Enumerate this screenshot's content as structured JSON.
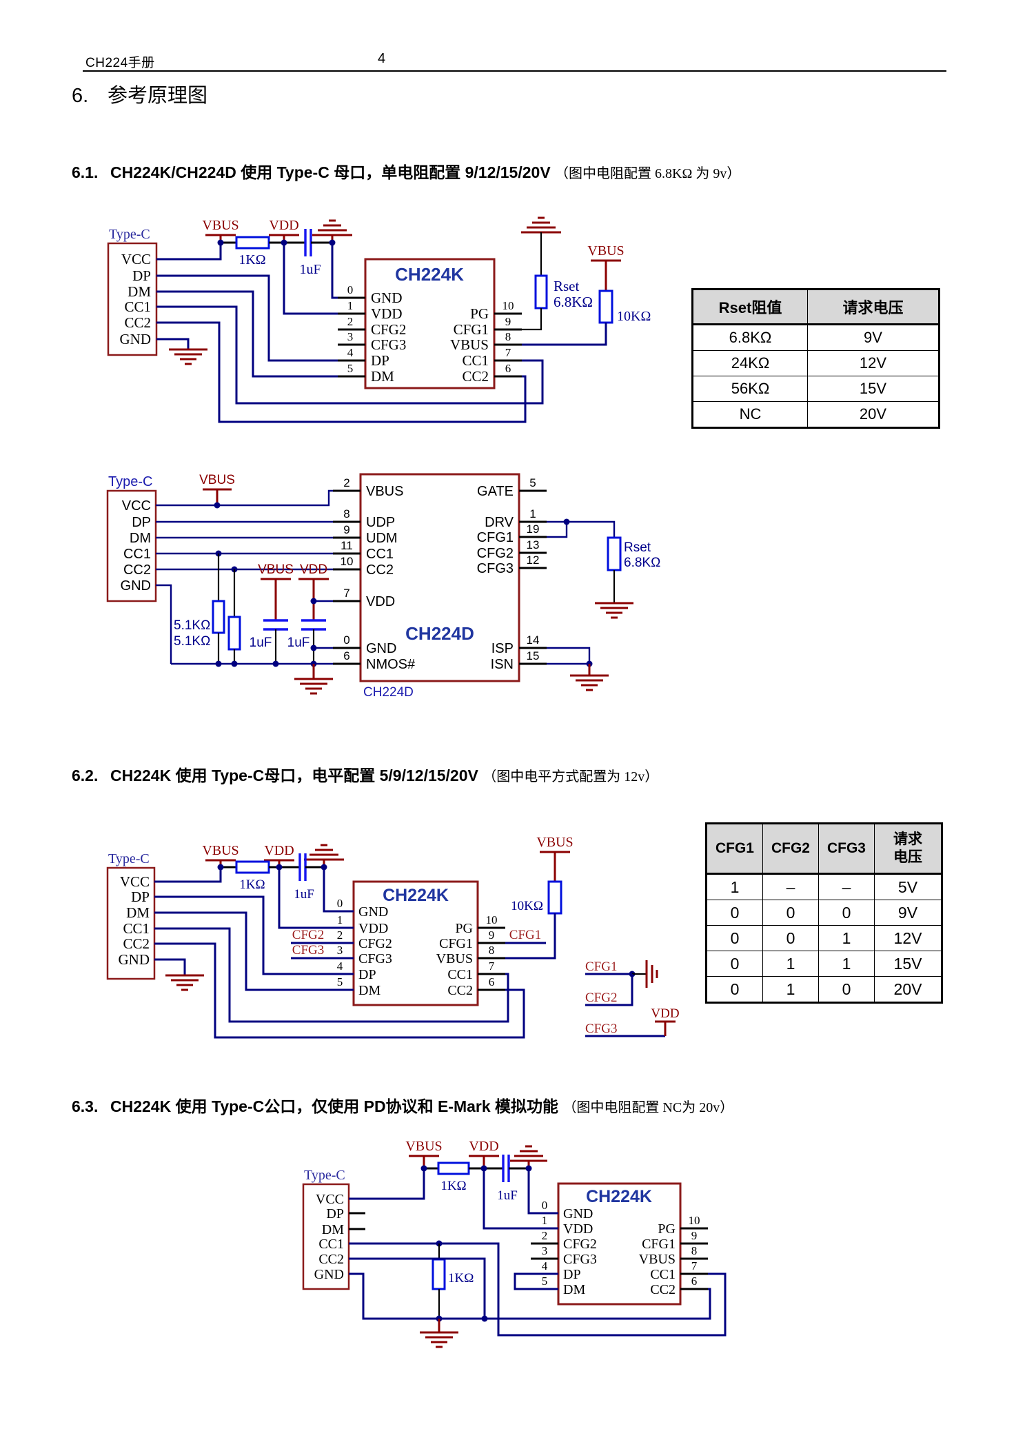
{
  "header": {
    "doc_title": "CH224手册",
    "page_number": "4"
  },
  "sections": {
    "main": {
      "num": "6.",
      "title": "参考原理图"
    },
    "s1": {
      "num": "6.1.",
      "title": "CH224K/CH224D 使用 Type-C 母口，单电阻配置 9/12/15/20V ",
      "note": "（图中电阻配置 6.8KΩ 为 9v）"
    },
    "s2": {
      "num": "6.2.",
      "title": "CH224K 使用 Type-C母口，电平配置 5/9/12/15/20V ",
      "note": "（图中电平方式配置为 12v）"
    },
    "s3": {
      "num": "6.3.",
      "title": "CH224K 使用 Type-C公口，仅使用 PD协议和 E-Mark 模拟功能 ",
      "note": "（图中电阻配置 NC为 20v）"
    }
  },
  "sch1": {
    "connector": {
      "title": "Type-C",
      "pins": [
        "VCC",
        "DP",
        "DM",
        "CC1",
        "CC2",
        "GND"
      ]
    },
    "chip": {
      "name": "CH224K",
      "left": [
        {
          "n": "0",
          "p": "GND"
        },
        {
          "n": "1",
          "p": "VDD"
        },
        {
          "n": "2",
          "p": "CFG2"
        },
        {
          "n": "3",
          "p": "CFG3"
        },
        {
          "n": "4",
          "p": "DP"
        },
        {
          "n": "5",
          "p": "DM"
        }
      ],
      "right": [
        {
          "n": "10",
          "p": "PG"
        },
        {
          "n": "9",
          "p": "CFG1"
        },
        {
          "n": "8",
          "p": "VBUS"
        },
        {
          "n": "7",
          "p": "CC1"
        },
        {
          "n": "6",
          "p": "CC2"
        }
      ]
    },
    "vbus": "VBUS",
    "vdd": "VDD",
    "r1": "1KΩ",
    "c1": "1uF",
    "rset_name": "Rset",
    "rset_val": "6.8KΩ",
    "vbus2": "VBUS",
    "r2": "10KΩ"
  },
  "table1": {
    "col1": "Rset阻值",
    "col2": "请求电压",
    "rows": [
      [
        "6.8KΩ",
        "9V"
      ],
      [
        "24KΩ",
        "12V"
      ],
      [
        "56KΩ",
        "15V"
      ],
      [
        "NC",
        "20V"
      ]
    ]
  },
  "sch2": {
    "connector": {
      "title": "Type-C",
      "pins": [
        "VCC",
        "DP",
        "DM",
        "CC1",
        "CC2",
        "GND"
      ]
    },
    "chip": {
      "name": "CH224D",
      "label": "CH224D",
      "left": [
        {
          "n": "2",
          "p": "VBUS"
        },
        {
          "n": "8",
          "p": "UDP"
        },
        {
          "n": "9",
          "p": "UDM"
        },
        {
          "n": "11",
          "p": "CC1"
        },
        {
          "n": "10",
          "p": "CC2"
        },
        {
          "n": "7",
          "p": "VDD"
        },
        {
          "n": "0",
          "p": "GND"
        },
        {
          "n": "6",
          "p": "NMOS#"
        }
      ],
      "right": [
        {
          "n": "5",
          "p": "GATE"
        },
        {
          "n": "1",
          "p": "DRV"
        },
        {
          "n": "19",
          "p": "CFG1"
        },
        {
          "n": "13",
          "p": "CFG2"
        },
        {
          "n": "12",
          "p": "CFG3"
        },
        {
          "n": "14",
          "p": "ISP"
        },
        {
          "n": "15",
          "p": "ISN"
        }
      ]
    },
    "vbus": "VBUS",
    "r1": "5.1KΩ",
    "r2": "5.1KΩ",
    "c1": "1uF",
    "c2": "1uF",
    "vbus2": "VBUS",
    "vdd": "VDD",
    "rset_name": "Rset",
    "rset_val": "6.8KΩ"
  },
  "sch3": {
    "connector": {
      "title": "Type-C",
      "pins": [
        "VCC",
        "DP",
        "DM",
        "CC1",
        "CC2",
        "GND"
      ]
    },
    "chip": {
      "name": "CH224K",
      "left": [
        {
          "n": "0",
          "p": "GND"
        },
        {
          "n": "1",
          "p": "VDD"
        },
        {
          "n": "2",
          "p": "CFG2"
        },
        {
          "n": "3",
          "p": "CFG3"
        },
        {
          "n": "4",
          "p": "DP"
        },
        {
          "n": "5",
          "p": "DM"
        }
      ],
      "right": [
        {
          "n": "10",
          "p": "PG"
        },
        {
          "n": "9",
          "p": "CFG1"
        },
        {
          "n": "8",
          "p": "VBUS"
        },
        {
          "n": "7",
          "p": "CC1"
        },
        {
          "n": "6",
          "p": "CC2"
        }
      ]
    },
    "vbus": "VBUS",
    "vdd": "VDD",
    "r1": "1KΩ",
    "c1": "1uF",
    "r2": "10KΩ",
    "vbus2": "VBUS",
    "net_cfg2": "CFG2",
    "net_cfg3": "CFG3",
    "net_cfg1": "CFG1",
    "r_cfg1": "CFG1",
    "r_cfg2": "CFG2",
    "r_cfg3": "CFG3",
    "r_vdd": "VDD"
  },
  "table2": {
    "cols": [
      "CFG1",
      "CFG2",
      "CFG3",
      "请求\n电压"
    ],
    "rows": [
      [
        "1",
        "–",
        "–",
        "5V"
      ],
      [
        "0",
        "0",
        "0",
        "9V"
      ],
      [
        "0",
        "0",
        "1",
        "12V"
      ],
      [
        "0",
        "1",
        "1",
        "15V"
      ],
      [
        "0",
        "1",
        "0",
        "20V"
      ]
    ]
  },
  "sch4": {
    "connector": {
      "title": "Type-C",
      "pins": [
        "VCC",
        "DP",
        "DM",
        "CC1",
        "CC2",
        "GND"
      ]
    },
    "chip": {
      "name": "CH224K",
      "left": [
        {
          "n": "0",
          "p": "GND"
        },
        {
          "n": "1",
          "p": "VDD"
        },
        {
          "n": "2",
          "p": "CFG2"
        },
        {
          "n": "3",
          "p": "CFG3"
        },
        {
          "n": "4",
          "p": "DP"
        },
        {
          "n": "5",
          "p": "DM"
        }
      ],
      "right": [
        {
          "n": "10",
          "p": "PG"
        },
        {
          "n": "9",
          "p": "CFG1"
        },
        {
          "n": "8",
          "p": "VBUS"
        },
        {
          "n": "7",
          "p": "CC1"
        },
        {
          "n": "6",
          "p": "CC2"
        }
      ]
    },
    "vbus": "VBUS",
    "vdd": "VDD",
    "r1": "1KΩ",
    "c1": "1uF",
    "r2": "1KΩ"
  }
}
